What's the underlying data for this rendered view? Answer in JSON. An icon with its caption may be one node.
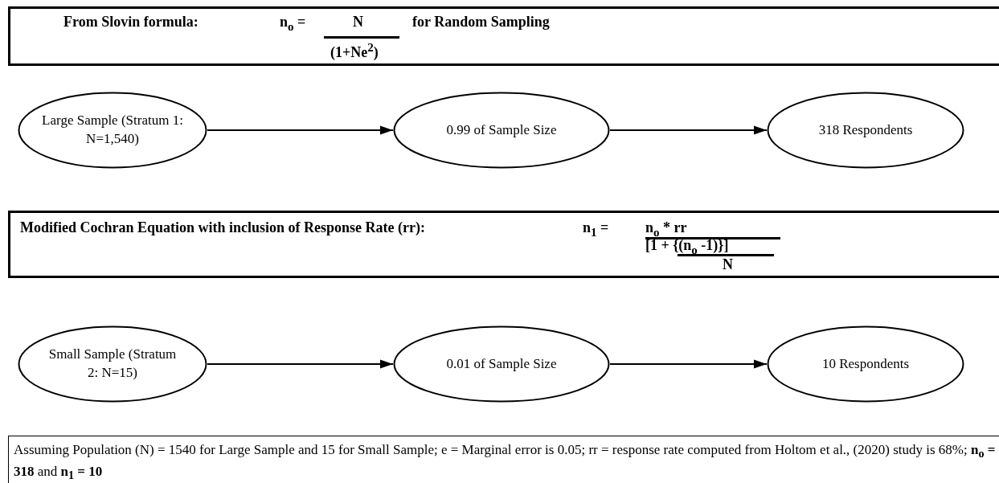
{
  "diagram": {
    "nodes": [
      {
        "text": [
          "From Slovin formula:",
          "n$_{o}$ =",
          "N",
          "(1+Ne$^{2}$)",
          "for Random Sampling"
        ]
      },
      {
        "text": [
          "Large Sample (Stratum 1: N=1,540)"
        ]
      },
      {
        "text": [
          "0.99 of Sample Size"
        ]
      },
      {
        "text": [
          "318 Respondents"
        ]
      },
      {
        "text": [
          "Modified  Cochran Equation with inclusion of Response Rate (rr):",
          "n$_{1}$ =",
          "n$_{o}$ * rr",
          "[1 + {(n$_{o}$ -1)}]",
          "N"
        ]
      },
      {
        "text": [
          "Small Sample (Stratum 2: N=15)"
        ]
      },
      {
        "text": [
          "0.01 of Sample Size"
        ]
      },
      {
        "text": [
          "10 Respondents"
        ]
      },
      {
        "text": [
          "Assuming Population (N) = 1540 for Large Sample and 15 for Small Sample; e = Marginal error is 0.05; rr = response rate computed from Holtom et al., (2020) study is 68%; **n$_{o}$ = 318** and **n$_{1}$ = 10**"
        ]
      }
    ],
    "edges": [
      {
        "from": 1,
        "to": 2,
        "arrow": "to"
      },
      {
        "from": 2,
        "to": 3,
        "arrow": "to"
      },
      {
        "from": 5,
        "to": 6,
        "arrow": "to"
      },
      {
        "from": 6,
        "to": 7,
        "arrow": "to"
      }
    ]
  }
}
